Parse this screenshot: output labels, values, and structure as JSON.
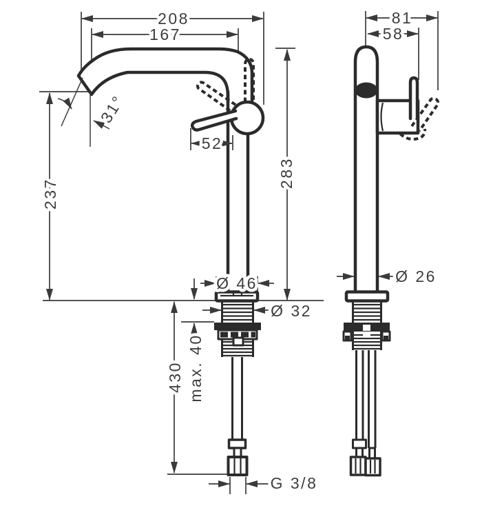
{
  "document": {
    "type": "technical-dimension-drawing",
    "subject": "single-lever basin mixer faucet, highriser with push-open waste"
  },
  "colors": {
    "line": "#2b2b2b",
    "dimension_line": "#3a3a3a",
    "text": "#3e3e3e",
    "background": "#ffffff"
  },
  "labels": {
    "front_view": {
      "overall_depth": "208",
      "spout_reach": "167",
      "spout_angle": "31°",
      "handle_length": "52",
      "spout_height": "237",
      "overall_height": "283",
      "base_diameter": "Ø 46",
      "shank_diameter": "Ø 32",
      "connection_length": "430",
      "max_mounting_thickness": "max. 40",
      "connection_thread": "G 3/8"
    },
    "side_view": {
      "handle_swing_depth": "81",
      "handle_depth": "58",
      "body_diameter": "Ø 26"
    }
  }
}
